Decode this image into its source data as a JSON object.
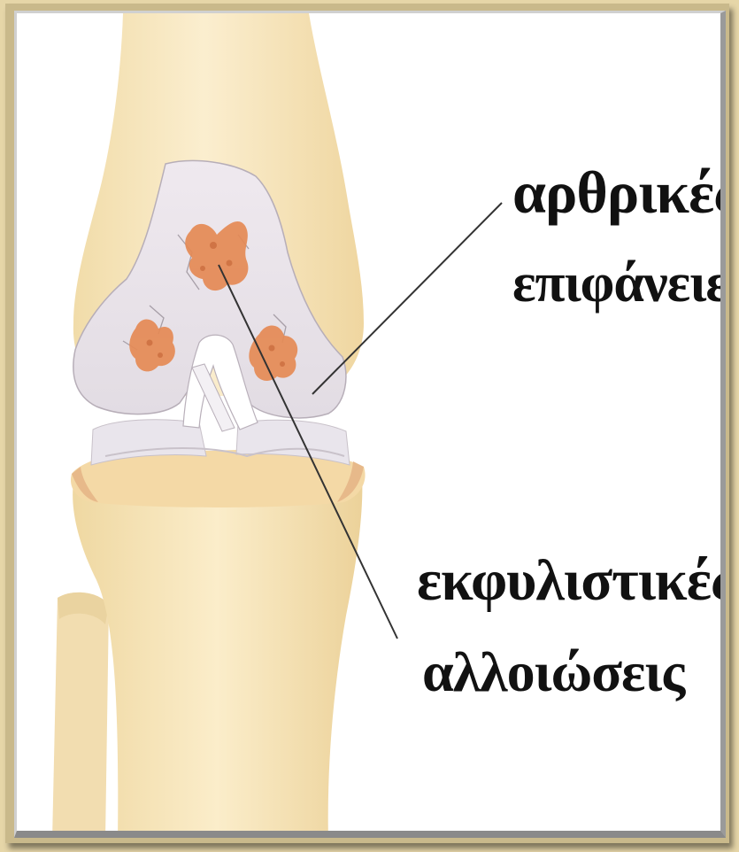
{
  "labels": {
    "articular_surfaces_line1": "αρθρικές",
    "articular_surfaces_line2": "επιφάνειες",
    "degenerative_changes_line1": "εκφυλιστικές",
    "degenerative_changes_line2": "αλλοιώσεις"
  },
  "colors": {
    "page_background": "#e6d6a8",
    "canvas": "#ffffff",
    "bone": "#f6e3b6",
    "bone_shadow": "#e9cf95",
    "cartilage": "#ece8ee",
    "lesion": "#e58a55",
    "leader_line": "#333333"
  }
}
